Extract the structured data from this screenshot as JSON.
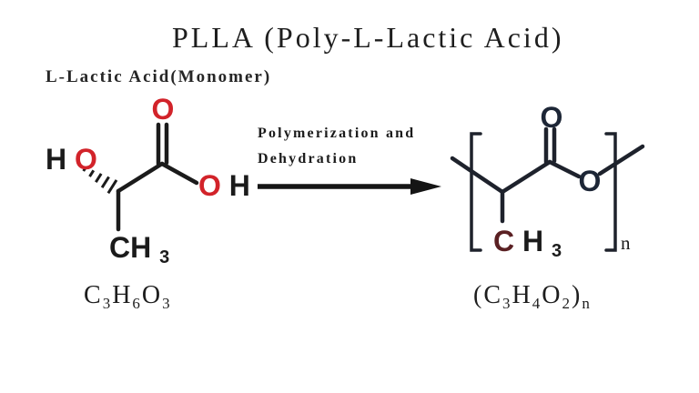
{
  "title": "PLLA (Poly-L-Lactic Acid)",
  "subtitle": "L-Lactic Acid(Monomer)",
  "colors": {
    "ink": "#1b1b1b",
    "red_oxygen": "#d2232a",
    "navy_oxygen": "#1d2636",
    "maroon_carbon": "#5a2023",
    "polymer_ink": "#1e222c",
    "arrow": "#151515",
    "background": "#ffffff"
  },
  "reaction_arrow": {
    "label_line1": "Polymerization and",
    "label_line2": "Dehydration"
  },
  "monomer": {
    "atoms": {
      "hydroxyl_h": "H",
      "hydroxyl_o": "O",
      "carbonyl_o": "O",
      "acid_o": "O",
      "acid_h": "H",
      "methyl": "CH",
      "methyl_sub": "3"
    },
    "formula_segments": [
      {
        "text": "C",
        "sub": false
      },
      {
        "text": "3",
        "sub": true
      },
      {
        "text": "H",
        "sub": false
      },
      {
        "text": "6",
        "sub": true
      },
      {
        "text": "O",
        "sub": false
      },
      {
        "text": "3",
        "sub": true
      }
    ]
  },
  "polymer": {
    "atoms": {
      "carbonyl_o": "O",
      "ester_o": "O",
      "methyl_c": "C",
      "methyl_h": "H",
      "methyl_sub": "3"
    },
    "repeat_subscript": "n",
    "formula_segments": [
      {
        "text": "(",
        "sub": false
      },
      {
        "text": "C",
        "sub": false
      },
      {
        "text": "3",
        "sub": true
      },
      {
        "text": "H",
        "sub": false
      },
      {
        "text": "4",
        "sub": true
      },
      {
        "text": "O",
        "sub": false
      },
      {
        "text": "2",
        "sub": true
      },
      {
        "text": ")",
        "sub": false
      },
      {
        "text": "n",
        "sub": true
      }
    ]
  }
}
